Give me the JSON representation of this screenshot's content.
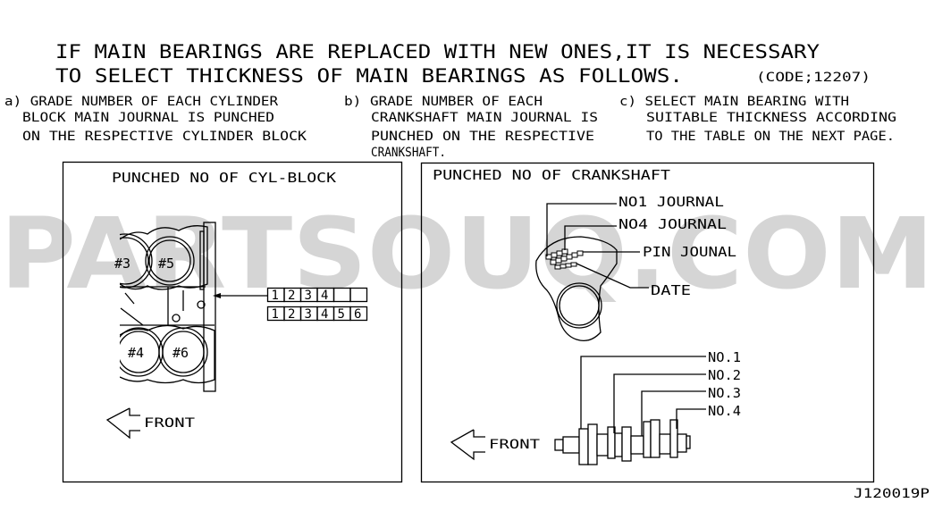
{
  "header": {
    "line1": "IF MAIN BEARINGS ARE REPLACED WITH NEW ONES,IT IS NECESSARY",
    "line2": "TO SELECT THICKNESS OF MAIN BEARINGS AS FOLLOWS.",
    "code": "(CODE;12207)"
  },
  "steps": [
    {
      "lines": [
        "a) GRADE NUMBER OF EACH CYLINDER",
        "BLOCK MAIN JOURNAL IS PUNCHED",
        "ON THE RESPECTIVE CYLINDER BLOCK"
      ]
    },
    {
      "lines": [
        "b) GRADE NUMBER OF EACH",
        "CRANKSHAFT MAIN JOURNAL IS",
        "PUNCHED ON THE RESPECTIVE",
        "CRANKSHAFT."
      ]
    },
    {
      "lines": [
        "c) SELECT MAIN BEARING WITH",
        "SUITABLE THICKNESS ACCORDING",
        "TO THE TABLE ON THE NEXT PAGE."
      ]
    }
  ],
  "left_panel": {
    "title": "PUNCHED NO OF CYL-BLOCK",
    "cylinders": [
      "#3",
      "#5",
      "#4",
      "#6"
    ],
    "grade_row1": [
      "1",
      "2",
      "3",
      "4",
      "",
      ""
    ],
    "grade_row2": [
      "1",
      "2",
      "3",
      "4",
      "5",
      "6"
    ],
    "front_label": "FRONT"
  },
  "right_panel": {
    "title": "PUNCHED NO OF CRANKSHAFT",
    "callouts": [
      "NO1 JOURNAL",
      "NO4 JOURNAL",
      "PIN JOUNAL",
      "DATE"
    ],
    "journals": [
      "NO.1",
      "NO.2",
      "NO.3",
      "NO.4"
    ],
    "front_label": "FRONT"
  },
  "watermark": "PARTSOUQ.COM",
  "figure_code": "J120019P"
}
